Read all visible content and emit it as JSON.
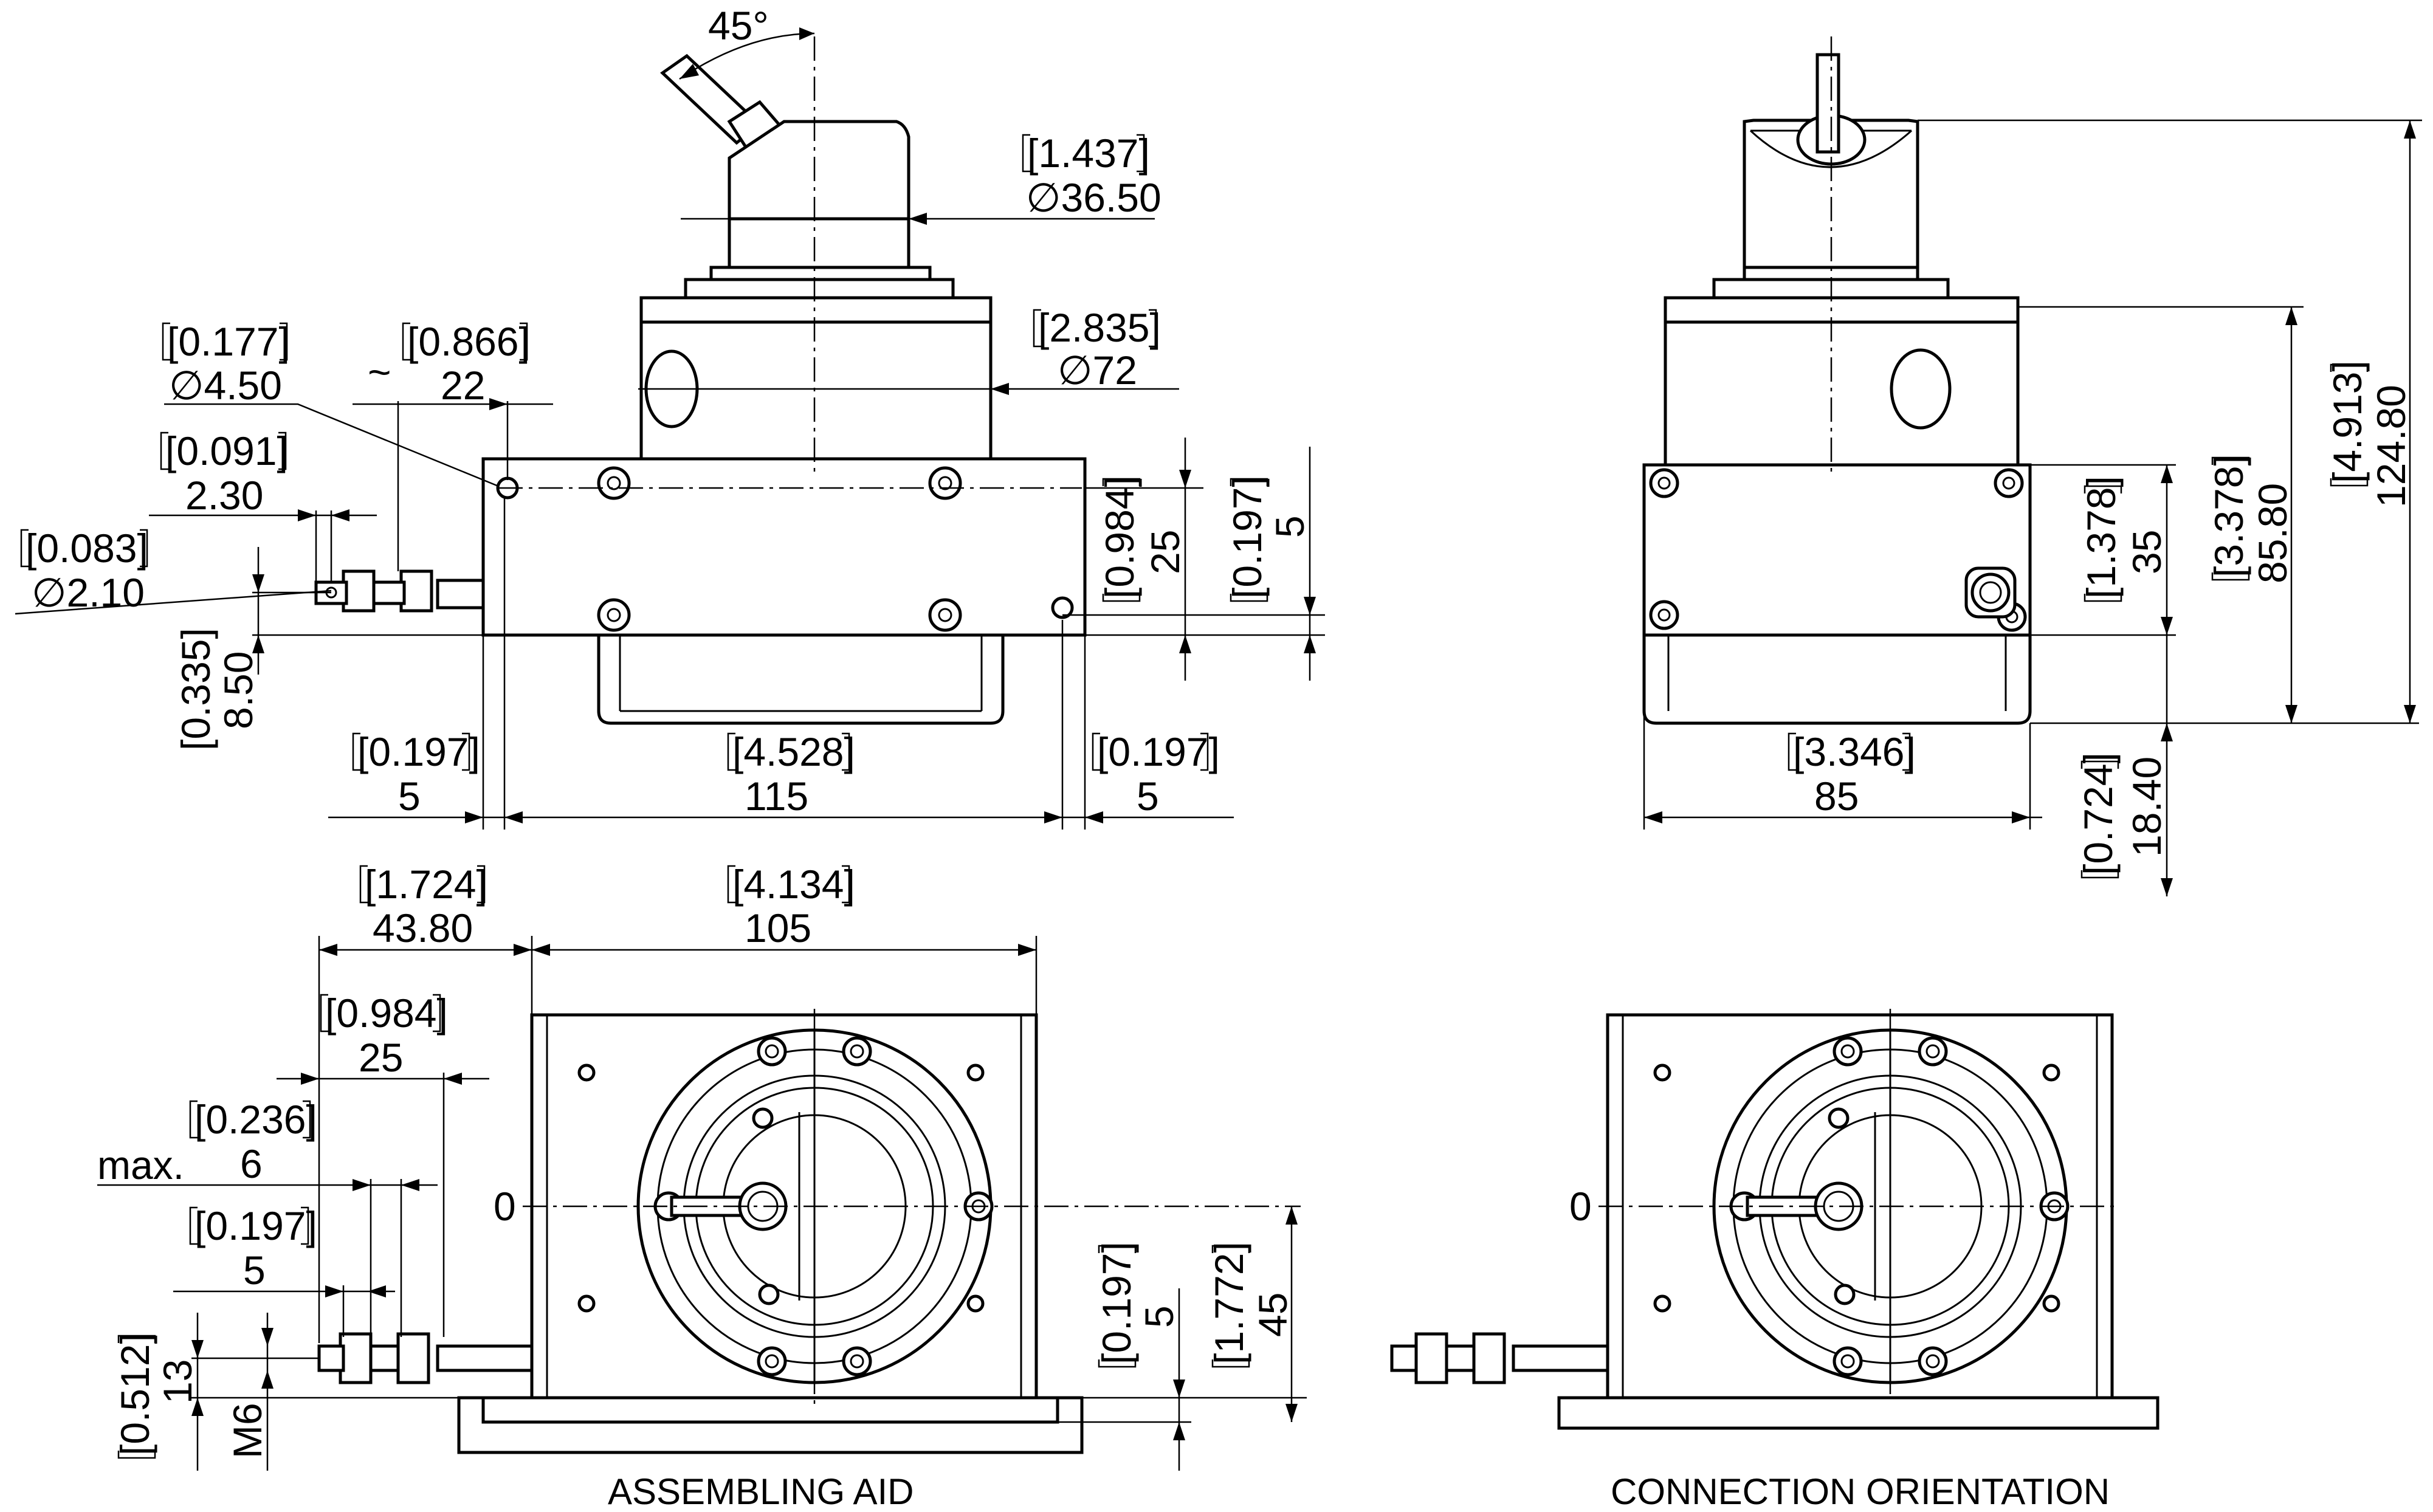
{
  "views": {
    "front": {
      "angle": "45°",
      "d_cable_in": "[1.437]",
      "d_cable_mm": "∅36.50",
      "d_housing_in": "[2.835]",
      "d_housing_mm": "∅72",
      "hole_in": "[0.177]",
      "hole_mm": "∅4.50",
      "tilde": "~",
      "off_in": "[0.866]",
      "off_mm": "22",
      "w1_in": "[0.091]",
      "w1_mm": "2.30",
      "wire_in": "[0.083]",
      "wire_mm": "∅2.10",
      "h1_in": "[0.335]",
      "h1_mm": "8.50",
      "e1_in": "[0.197]",
      "e1_mm": "5",
      "len_in": "[4.528]",
      "len_mm": "115",
      "e2_in": "[0.197]",
      "e2_mm": "5",
      "h2_in": "[0.984]",
      "h2_mm": "25",
      "h3_in": "[0.197]",
      "h3_mm": "5"
    },
    "side": {
      "h1_in": "[1.378]",
      "h1_mm": "35",
      "h2_in": "[3.378]",
      "h2_mm": "85.80",
      "h3_in": "[4.913]",
      "h3_mm": "124.80",
      "w_in": "[3.346]",
      "w_mm": "85",
      "h4_in": "[0.724]",
      "h4_mm": "18.40"
    },
    "assembling": {
      "a_in": "[1.724]",
      "a_mm": "43.80",
      "b_in": "[4.134]",
      "b_mm": "105",
      "c_in": "[0.984]",
      "c_mm": "25",
      "d_in": "[0.236]",
      "d_mm": "6",
      "max": "max.",
      "e_in": "[0.197]",
      "e_mm": "5",
      "f_in": "[0.512]",
      "f_mm": "13",
      "thread": "M6",
      "zero": "0",
      "g_in": "[0.197]",
      "g_mm": "5",
      "h_in": "[1.772]",
      "h_mm": "45",
      "caption": "ASSEMBLING AID"
    },
    "connection": {
      "zero": "0",
      "caption": "CONNECTION ORIENTATION"
    }
  }
}
